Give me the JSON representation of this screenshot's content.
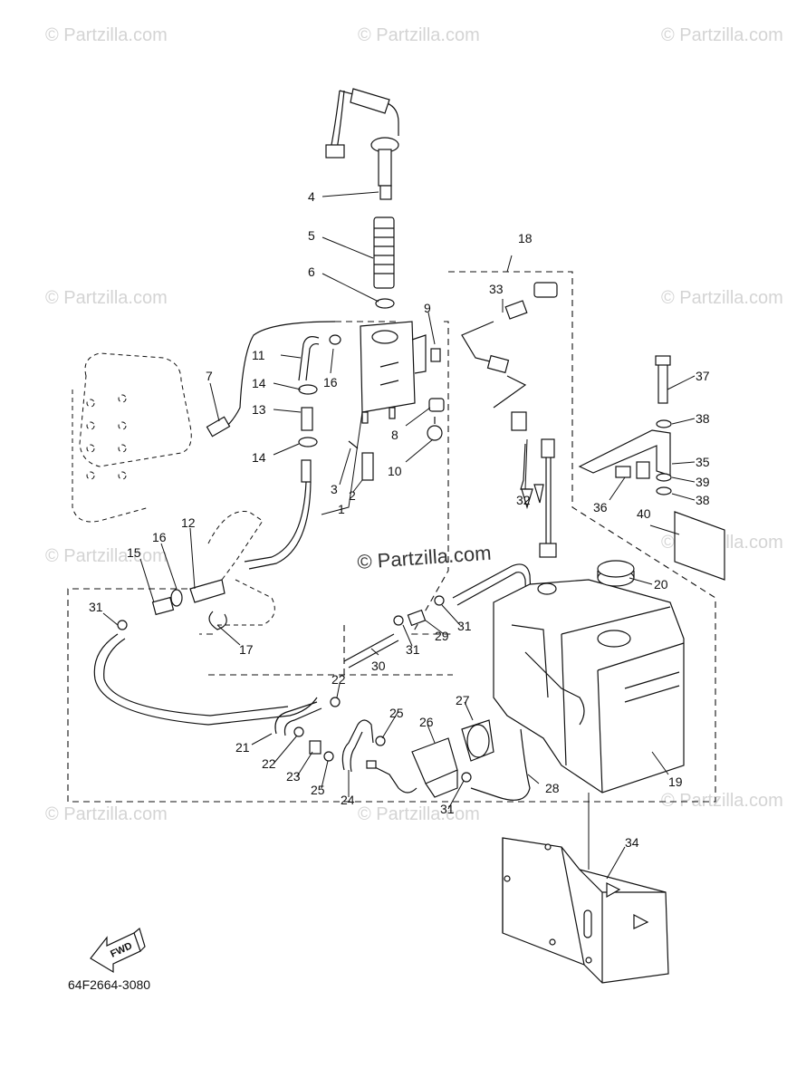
{
  "watermark": {
    "text": "© Partzilla.com",
    "center_text": "© Partzilla.com"
  },
  "diagram_code": "64F2664-3080",
  "fwd_label": "FWD",
  "callouts": [
    "1",
    "2",
    "3",
    "4",
    "5",
    "6",
    "7",
    "8",
    "9",
    "10",
    "11",
    "12",
    "13",
    "14",
    "14",
    "15",
    "16",
    "16",
    "17",
    "18",
    "19",
    "20",
    "21",
    "22",
    "22",
    "23",
    "24",
    "25",
    "25",
    "26",
    "27",
    "28",
    "29",
    "30",
    "31",
    "31",
    "31",
    "31",
    "32",
    "33",
    "34",
    "35",
    "36",
    "37",
    "38",
    "38",
    "39",
    "40"
  ]
}
